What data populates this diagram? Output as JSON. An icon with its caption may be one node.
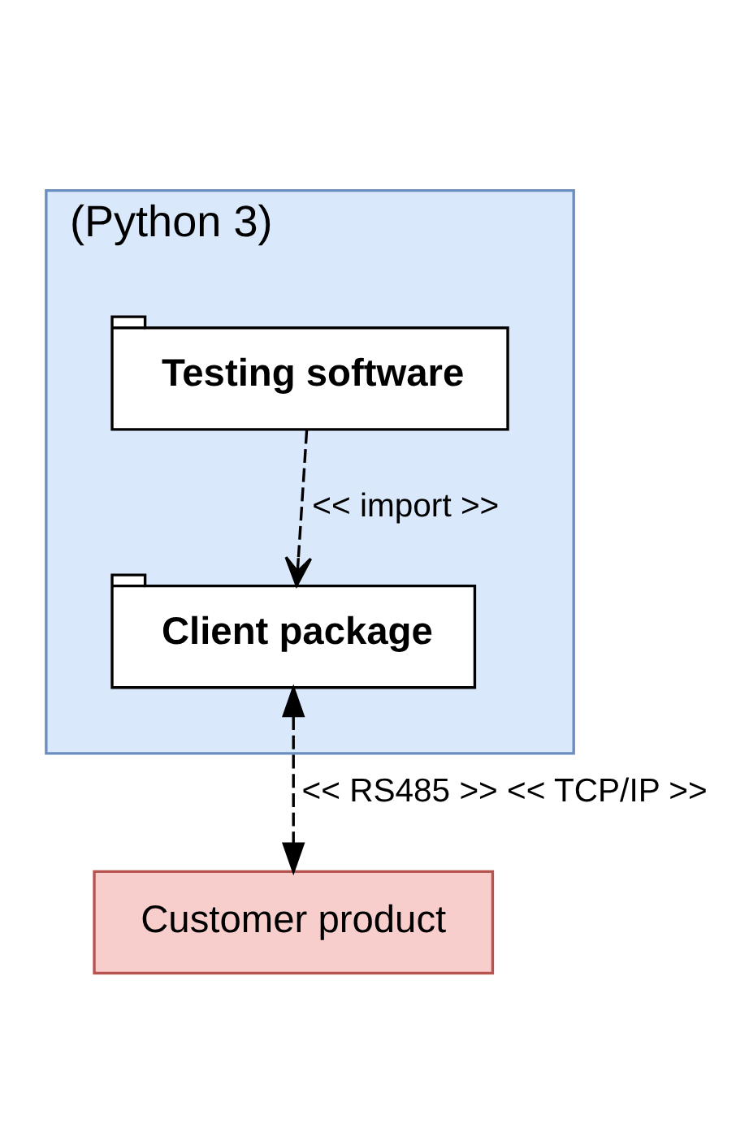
{
  "diagram": {
    "nodes": [
      {
        "text": [
          "(Python 3)"
        ]
      },
      {
        "text": [
          "Testing software"
        ],
        "in": 0
      },
      {
        "text": [
          "Client package"
        ],
        "in": 0
      },
      {
        "text": [
          "Customer product"
        ]
      }
    ],
    "edges": [
      {
        "from": 1,
        "to": 2,
        "arrow": "to",
        "label": "<< import >>",
        "style": "dashed"
      },
      {
        "from": 2,
        "to": 3,
        "arrow": "both",
        "label": "<< RS485 >> << TCP/IP >>",
        "style": "dashed"
      }
    ]
  }
}
